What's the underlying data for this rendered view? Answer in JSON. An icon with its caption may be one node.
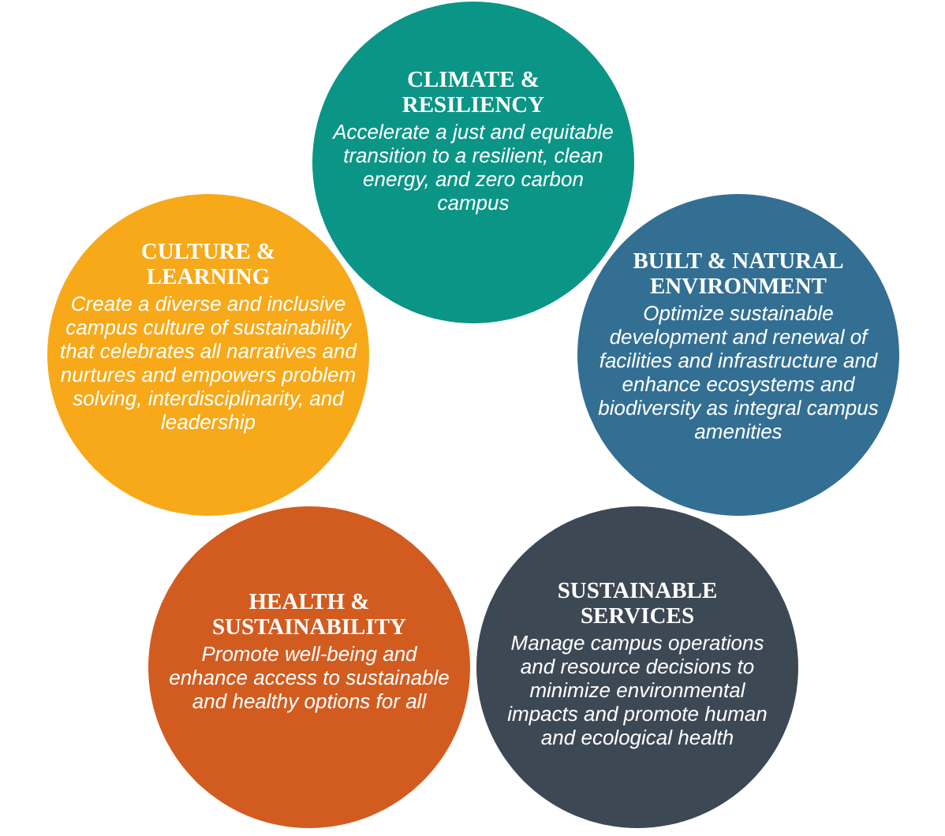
{
  "diagram": {
    "nodes": [
      {
        "text": [
          "CLIMATE & RESILIENCY",
          "Accelerate a just and equitable transition to a resilient, clean energy, and zero carbon campus"
        ]
      },
      {
        "text": [
          "CULTURE & LEARNING",
          "Create a diverse and inclusive campus culture of sustainability that celebrates all narratives and nurtures and empowers problem solving, interdisciplinarity, and leadership"
        ]
      },
      {
        "text": [
          "BUILT & NATURAL ENVIRONMENT",
          "Optimize sustainable development and renewal of facilities and infrastructure and enhance ecosystems and biodiversity as integral campus amenities"
        ]
      },
      {
        "text": [
          "HEALTH & SUSTAINABILITY",
          "Promote well-being and enhance access to sustainable and healthy options for all"
        ]
      },
      {
        "text": [
          "SUSTAINABLE SERVICES",
          "Manage campus operations and resource decisions to minimize environmental impacts and promote human and ecological health"
        ]
      }
    ]
  }
}
